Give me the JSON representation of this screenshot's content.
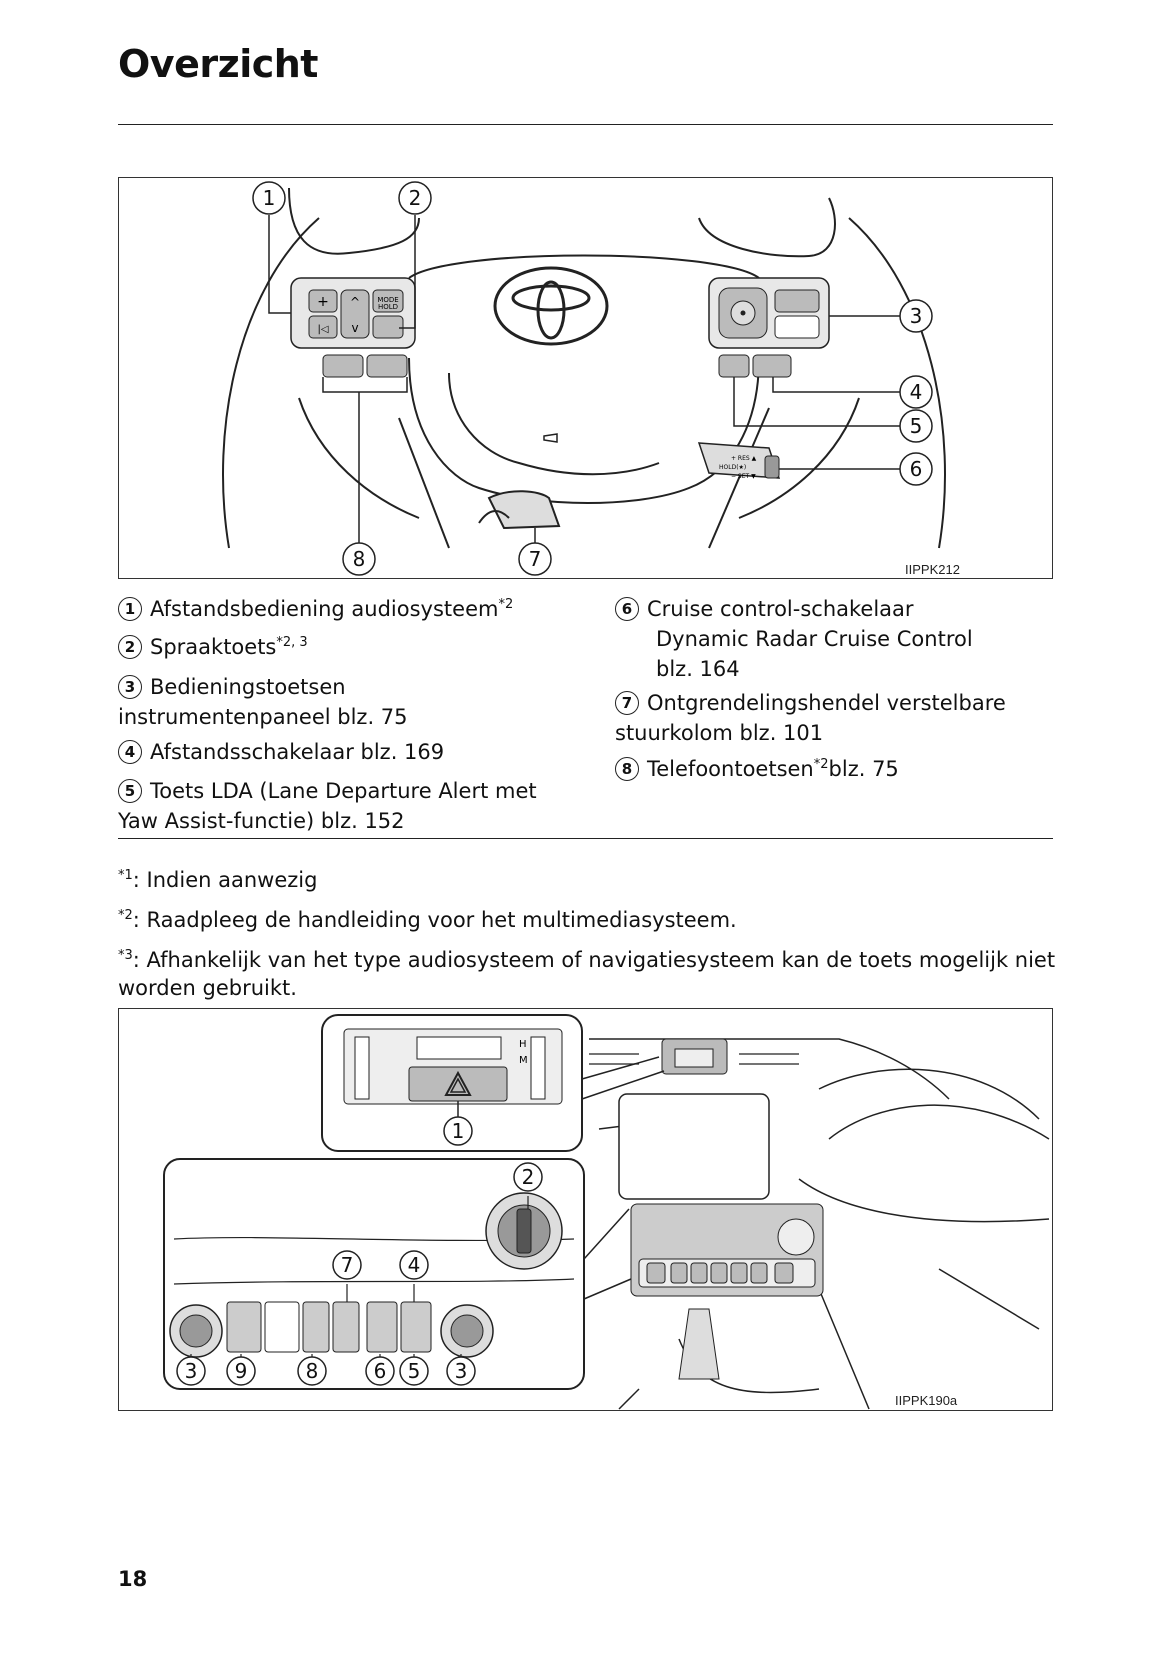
{
  "page": {
    "title": "Overzicht",
    "page_number": "18"
  },
  "figure1": {
    "code": "IIPPK212",
    "callouts": [
      "1",
      "2",
      "3",
      "4",
      "5",
      "6",
      "7",
      "8"
    ]
  },
  "legend": [
    {
      "n": "1",
      "text": "Afstandsbediening audiosysteem",
      "sup": "*2",
      "cont": "",
      "cont2": ""
    },
    {
      "n": "2",
      "text": "Spraaktoets",
      "sup": "*2, 3",
      "cont": "",
      "cont2": ""
    },
    {
      "n": "3",
      "text": "Bedieningstoetsen",
      "sup": "",
      "cont": "instrumentenpaneel blz. 75",
      "cont2": ""
    },
    {
      "n": "4",
      "text": "Afstandsschakelaar blz. 169",
      "sup": "",
      "cont": "",
      "cont2": ""
    },
    {
      "n": "5",
      "text": "Toets LDA (Lane Departure Alert met",
      "sup": "",
      "cont": "Yaw Assist-functie) blz. 152",
      "cont2": ""
    },
    {
      "n": "6",
      "text": "Cruise control-schakelaar",
      "sup": "",
      "cont": "Dynamic Radar Cruise Control",
      "cont2": "blz. 164"
    },
    {
      "n": "7",
      "text": "Ontgrendelingshendel verstelbare",
      "sup": "",
      "cont": "stuurkolom blz. 101",
      "cont2": ""
    },
    {
      "n": "8",
      "text": "Telefoontoetsen",
      "sup": "*2",
      "after": "blz. 75",
      "cont": "",
      "cont2": ""
    }
  ],
  "notes": [
    {
      "mark": "*1",
      "text": ": Indien aanwezig"
    },
    {
      "mark": "*2",
      "text": ": Raadpleeg de handleiding voor het multimediasysteem."
    },
    {
      "mark": "*3",
      "text": ": Afhankelijk van het type audiosysteem of navigatiesysteem kan de toets mogelijk niet",
      "cont": "worden gebruikt."
    }
  ],
  "figure2": {
    "code": "IIPPK190a",
    "callouts": [
      "1",
      "2",
      "7",
      "4",
      "3",
      "9",
      "8",
      "6",
      "5",
      "3"
    ]
  }
}
